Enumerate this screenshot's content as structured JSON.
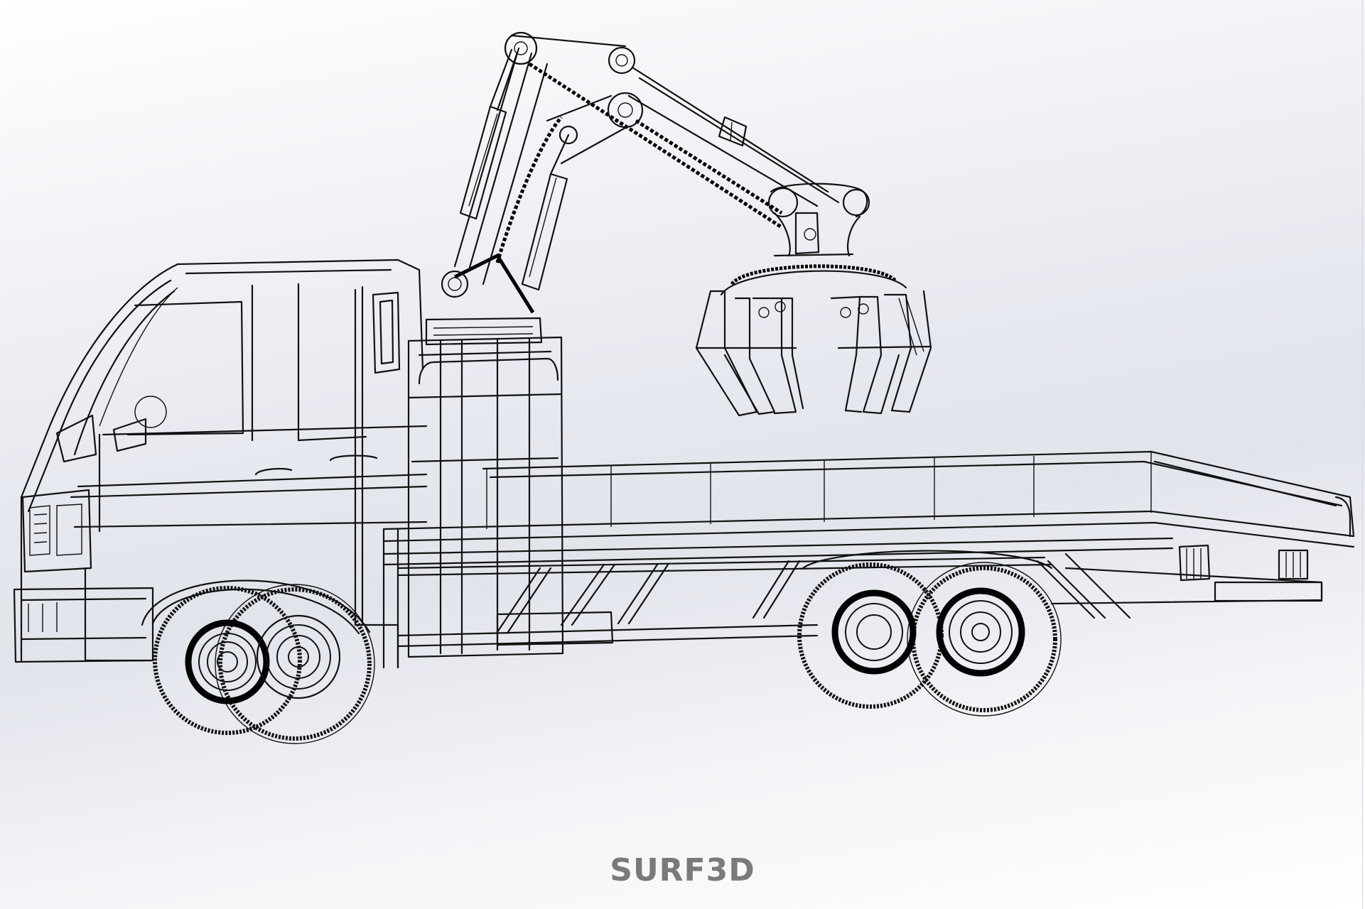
{
  "scene": {
    "subject": "truck-with-grapple-crane",
    "render_style": "wireframe",
    "line_color": "#111111",
    "background_gradient": [
      "#ffffff",
      "#e2e4ec",
      "#ffffff"
    ]
  },
  "watermark": {
    "text": "SURF3D",
    "color": "#7a7a7a"
  }
}
